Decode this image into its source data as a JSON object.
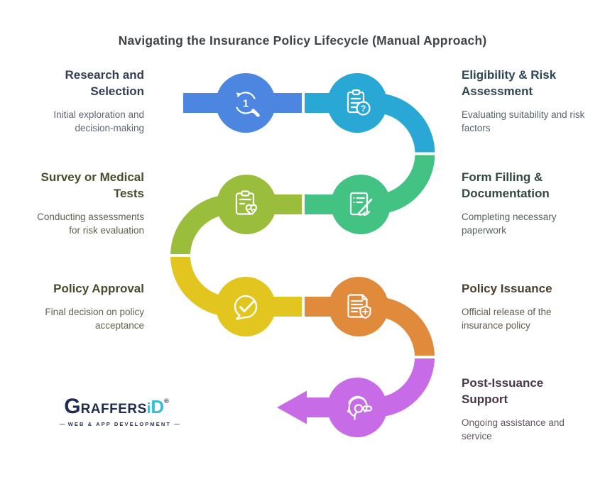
{
  "title": {
    "text": "Navigating the Insurance Policy Lifecycle (Manual Approach)",
    "color": "#3f4448"
  },
  "steps": [
    {
      "heading": "Research and Selection",
      "description": "Initial exploration and decision-making",
      "side": "left",
      "color": "#4c86e0",
      "heading_color": "#333f55",
      "description_color": "#5c6575",
      "icon": "search-renewal-icon",
      "glyph": "1"
    },
    {
      "heading": "Eligibility & Risk Assessment",
      "description": "Evaluating suitability and risk factors",
      "side": "right",
      "color": "#29a8d6",
      "heading_color": "#2e4653",
      "description_color": "#566470",
      "icon": "clipboard-question-icon",
      "glyph": "?"
    },
    {
      "heading": "Survey or Medical Tests",
      "description": "Conducting assessments for risk evaluation",
      "side": "left",
      "color": "#9abe3c",
      "heading_color": "#474e2e",
      "description_color": "#5f6150",
      "icon": "clipboard-heart-icon"
    },
    {
      "heading": "Form Filling & Documentation",
      "description": "Completing necessary paperwork",
      "side": "right",
      "color": "#42c383",
      "heading_color": "#31493d",
      "description_color": "#56645c",
      "icon": "document-pen-icon"
    },
    {
      "heading": "Policy Approval",
      "description": "Final decision on policy acceptance",
      "side": "left",
      "color": "#e2c61f",
      "heading_color": "#4a4a2c",
      "description_color": "#64634e",
      "icon": "chat-check-icon"
    },
    {
      "heading": "Policy Issuance",
      "description": "Official release of the insurance policy",
      "side": "right",
      "color": "#e08a3c",
      "heading_color": "#4d3f2e",
      "description_color": "#665b4e",
      "icon": "document-shield-plus-icon",
      "glyph": "+"
    },
    {
      "heading": "Post-Issuance Support",
      "description": "Ongoing assistance and service",
      "side": "right",
      "color": "#c76be6",
      "heading_color": "#4a3746",
      "description_color": "#655764",
      "icon": "support-headset-icon"
    }
  ],
  "logo": {
    "brand_g": "G",
    "brand_rest": "RAFFERS",
    "brand_i": "i",
    "brand_d": "D",
    "registered": "®",
    "dash": "—",
    "tagline": "WEB & APP DEVELOPMENT",
    "navy": "#1d2c50",
    "teal": "#35bdd4"
  }
}
